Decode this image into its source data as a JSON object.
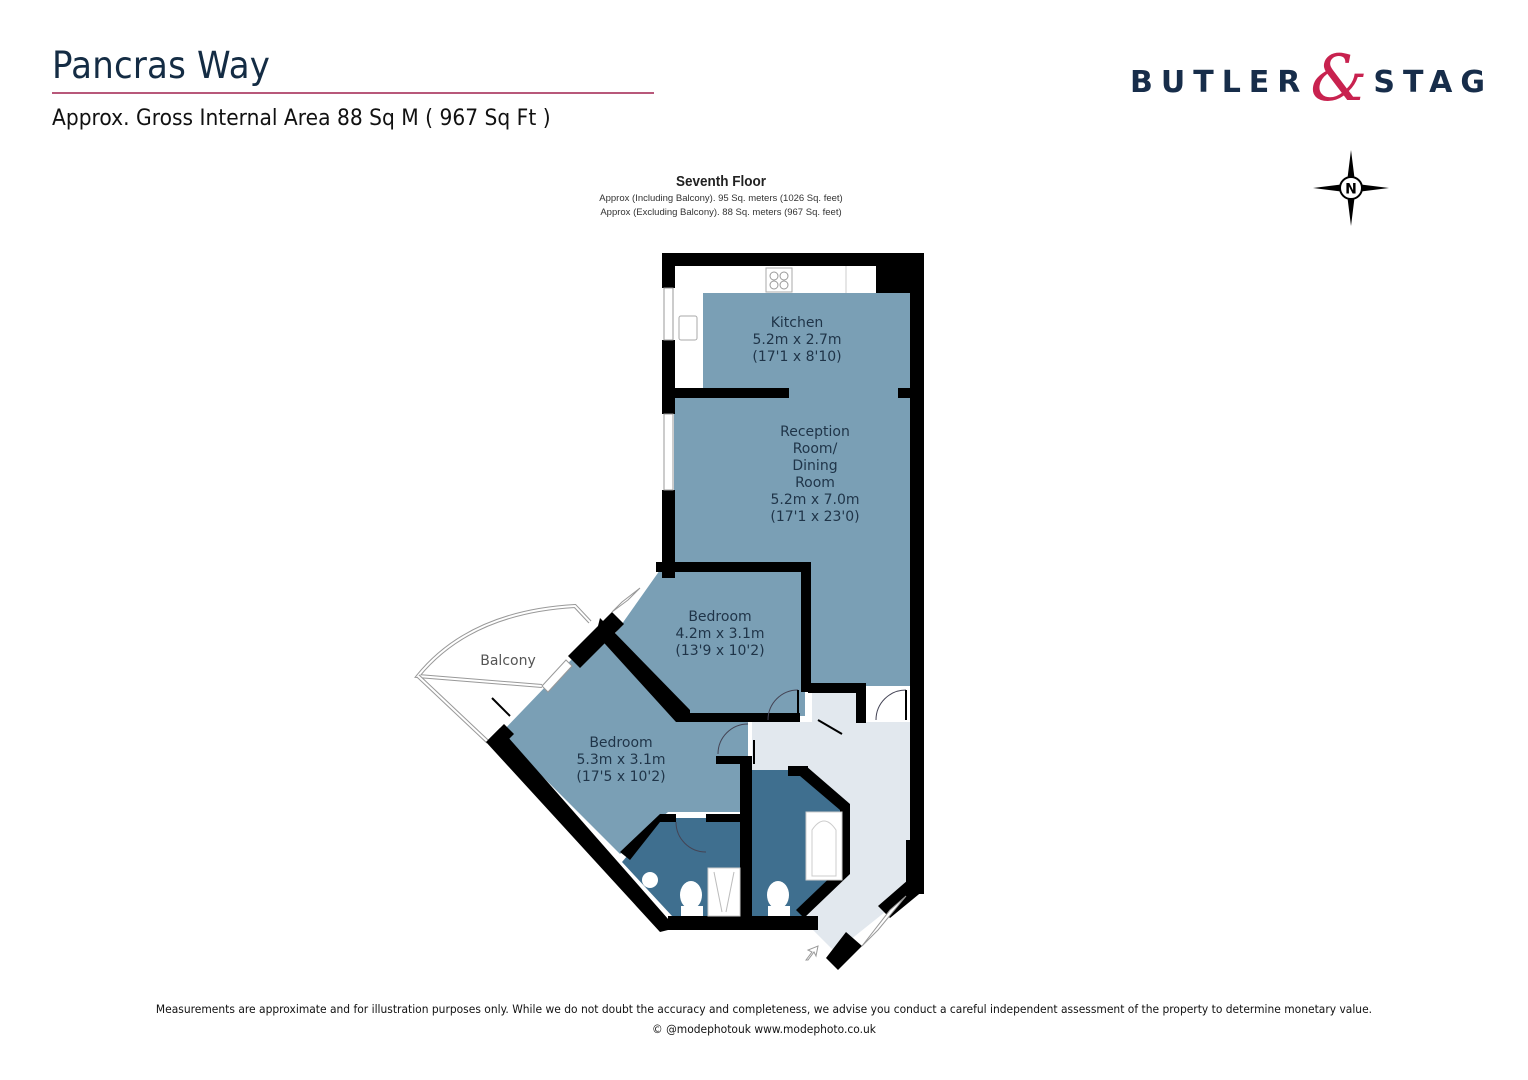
{
  "header": {
    "title": "Pancras Way",
    "subtitle": "Approx. Gross Internal  Area 88 Sq M ( 967 Sq Ft )"
  },
  "logo": {
    "left_word": "BUTLER",
    "ampersand": "&",
    "right_word": "STAG",
    "colors": {
      "text": "#172d4a",
      "ampersand": "#c8224f"
    }
  },
  "compass": {
    "label": "N"
  },
  "floor": {
    "name": "Seventh Floor",
    "including_balcony": "Approx (Including Balcony). 95 Sq. meters (1026 Sq. feet)",
    "excluding_balcony": "Approx (Excluding Balcony). 88 Sq. meters (967 Sq. feet)"
  },
  "rooms": [
    {
      "name": "Kitchen",
      "metric": "5.2m x 2.7m",
      "imperial": "(17'1 x 8'10)"
    },
    {
      "name_lines": [
        "Reception",
        "Room/",
        "Dining",
        "Room"
      ],
      "metric": "5.2m x 7.0m",
      "imperial": "(17'1 x 23'0)"
    },
    {
      "name": "Bedroom",
      "metric": "4.2m x 3.1m",
      "imperial": "(13'9 x 10'2)"
    },
    {
      "name": "Bedroom",
      "metric": "5.3m x 3.1m",
      "imperial": "(17'5 x 10'2)"
    },
    {
      "name": "Balcony"
    }
  ],
  "colors": {
    "room_fill": "#7a9fb5",
    "bathroom_fill": "#3f6f8f",
    "hall_fill": "#e2e8ee",
    "wall": "#000000",
    "title_rule": "#b8587a"
  },
  "footer": {
    "disclaimer": "Measurements are approximate and for illustration purposes only.  While we do not doubt the accuracy and completeness, we advise you conduct a careful independent assessment of the property to determine monetary value.",
    "credit": "© @modephotouk www.modephoto.co.uk"
  }
}
